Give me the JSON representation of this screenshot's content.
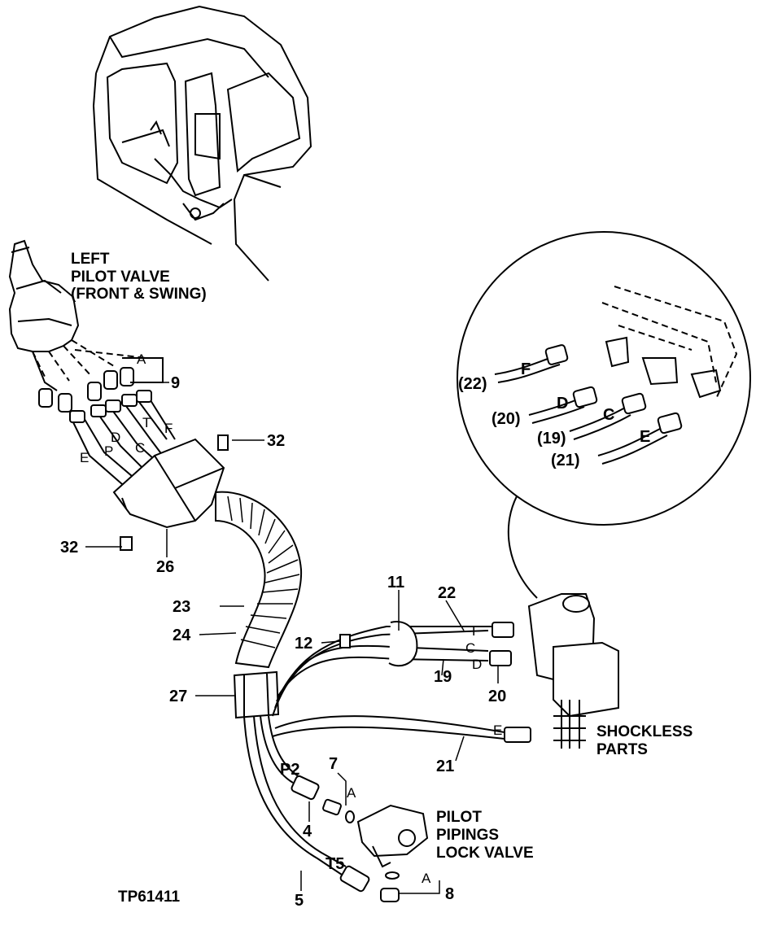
{
  "titles": {
    "left_valve": [
      "LEFT",
      "PILOT VALVE",
      "(FRONT & SWING)"
    ],
    "shockless": [
      "SHOCKLESS",
      "PARTS"
    ],
    "lock_valve": [
      "PILOT",
      "PIPINGS",
      "LOCK VALVE"
    ],
    "drawing_id": "TP61411"
  },
  "callouts": {
    "c9": "9",
    "c32a": "32",
    "c32b": "32",
    "c26": "26",
    "c23": "23",
    "c24": "24",
    "c27": "27",
    "c11": "11",
    "c12": "12",
    "c22": "22",
    "c19": "19",
    "c20": "20",
    "c21": "21",
    "c7": "7",
    "c4": "4",
    "c5": "5",
    "c8": "8"
  },
  "hose_letters": {
    "A_top": "A",
    "E": "E",
    "P": "P",
    "D": "D",
    "C": "C",
    "T": "T",
    "F": "F",
    "F_right": "F",
    "C_right": "C",
    "D_right": "D",
    "E_right": "E",
    "P2": "P2",
    "A_mid": "A",
    "T5": "T5",
    "A_bot": "A"
  },
  "detail_inset": {
    "F": "F",
    "D": "D",
    "C": "C",
    "E": "E",
    "r22": "(22)",
    "r20": "(20)",
    "r19": "(19)",
    "r21": "(21)"
  }
}
